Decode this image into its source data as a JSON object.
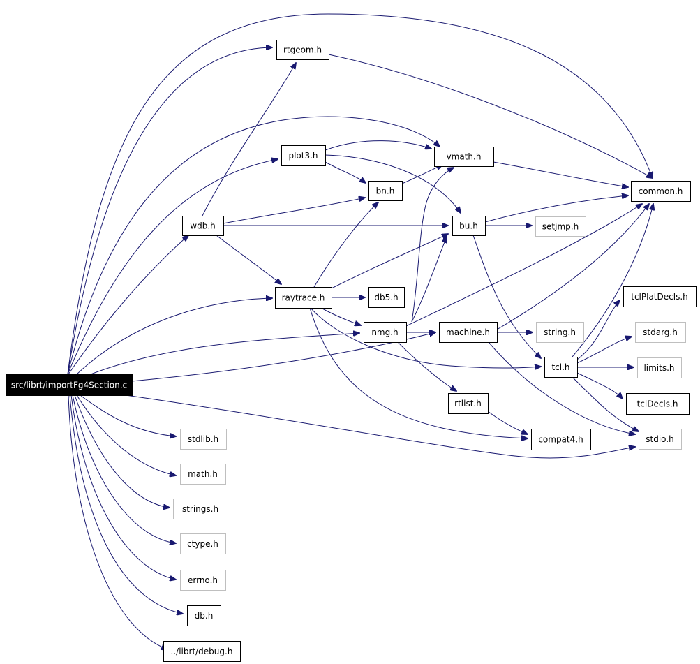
{
  "diagram": {
    "nodes": [
      {
        "id": "root",
        "label": "src/librt/importFg4Section.c",
        "style": "root"
      },
      {
        "id": "rtgeom",
        "label": "rtgeom.h",
        "style": "normal"
      },
      {
        "id": "plot3",
        "label": "plot3.h",
        "style": "normal"
      },
      {
        "id": "vmath",
        "label": "vmath.h",
        "style": "normal"
      },
      {
        "id": "common",
        "label": "common.h",
        "style": "normal"
      },
      {
        "id": "bn",
        "label": "bn.h",
        "style": "normal"
      },
      {
        "id": "wdb",
        "label": "wdb.h",
        "style": "normal"
      },
      {
        "id": "bu",
        "label": "bu.h",
        "style": "normal"
      },
      {
        "id": "setjmp",
        "label": "setjmp.h",
        "style": "ghost"
      },
      {
        "id": "raytrace",
        "label": "raytrace.h",
        "style": "normal"
      },
      {
        "id": "db5",
        "label": "db5.h",
        "style": "normal"
      },
      {
        "id": "tclPlatDecls",
        "label": "tclPlatDecls.h",
        "style": "normal"
      },
      {
        "id": "nmg",
        "label": "nmg.h",
        "style": "normal"
      },
      {
        "id": "machine",
        "label": "machine.h",
        "style": "normal"
      },
      {
        "id": "string",
        "label": "string.h",
        "style": "ghost"
      },
      {
        "id": "stdarg",
        "label": "stdarg.h",
        "style": "ghost"
      },
      {
        "id": "tcl",
        "label": "tcl.h",
        "style": "normal"
      },
      {
        "id": "limits",
        "label": "limits.h",
        "style": "ghost"
      },
      {
        "id": "rtlist",
        "label": "rtlist.h",
        "style": "normal"
      },
      {
        "id": "tclDecls",
        "label": "tclDecls.h",
        "style": "normal"
      },
      {
        "id": "compat4",
        "label": "compat4.h",
        "style": "normal"
      },
      {
        "id": "stdio",
        "label": "stdio.h",
        "style": "ghost"
      },
      {
        "id": "stdlib",
        "label": "stdlib.h",
        "style": "ghost"
      },
      {
        "id": "math",
        "label": "math.h",
        "style": "ghost"
      },
      {
        "id": "strings",
        "label": "strings.h",
        "style": "ghost"
      },
      {
        "id": "ctype",
        "label": "ctype.h",
        "style": "ghost"
      },
      {
        "id": "errno",
        "label": "errno.h",
        "style": "ghost"
      },
      {
        "id": "db",
        "label": "db.h",
        "style": "normal"
      },
      {
        "id": "debug",
        "label": "../librt/debug.h",
        "style": "normal"
      }
    ],
    "edges": [
      {
        "from": "root",
        "to": "rtgeom"
      },
      {
        "from": "root",
        "to": "common"
      },
      {
        "from": "root",
        "to": "vmath"
      },
      {
        "from": "root",
        "to": "plot3"
      },
      {
        "from": "root",
        "to": "wdb"
      },
      {
        "from": "root",
        "to": "raytrace"
      },
      {
        "from": "root",
        "to": "nmg"
      },
      {
        "from": "root",
        "to": "machine"
      },
      {
        "from": "root",
        "to": "stdio"
      },
      {
        "from": "root",
        "to": "stdlib"
      },
      {
        "from": "root",
        "to": "math"
      },
      {
        "from": "root",
        "to": "strings"
      },
      {
        "from": "root",
        "to": "ctype"
      },
      {
        "from": "root",
        "to": "errno"
      },
      {
        "from": "root",
        "to": "db"
      },
      {
        "from": "root",
        "to": "debug"
      },
      {
        "from": "rtgeom",
        "to": "common"
      },
      {
        "from": "plot3",
        "to": "vmath"
      },
      {
        "from": "plot3",
        "to": "bn"
      },
      {
        "from": "plot3",
        "to": "bu"
      },
      {
        "from": "vmath",
        "to": "common"
      },
      {
        "from": "bn",
        "to": "vmath"
      },
      {
        "from": "wdb",
        "to": "rtgeom"
      },
      {
        "from": "wdb",
        "to": "bn"
      },
      {
        "from": "wdb",
        "to": "bu"
      },
      {
        "from": "wdb",
        "to": "raytrace"
      },
      {
        "from": "bu",
        "to": "common"
      },
      {
        "from": "bu",
        "to": "setjmp"
      },
      {
        "from": "bu",
        "to": "tcl"
      },
      {
        "from": "raytrace",
        "to": "bn"
      },
      {
        "from": "raytrace",
        "to": "bu"
      },
      {
        "from": "raytrace",
        "to": "db5"
      },
      {
        "from": "raytrace",
        "to": "nmg"
      },
      {
        "from": "raytrace",
        "to": "tcl"
      },
      {
        "from": "raytrace",
        "to": "compat4"
      },
      {
        "from": "nmg",
        "to": "vmath"
      },
      {
        "from": "nmg",
        "to": "bu"
      },
      {
        "from": "nmg",
        "to": "common"
      },
      {
        "from": "nmg",
        "to": "machine"
      },
      {
        "from": "nmg",
        "to": "rtlist"
      },
      {
        "from": "machine",
        "to": "common"
      },
      {
        "from": "machine",
        "to": "string"
      },
      {
        "from": "machine",
        "to": "stdio"
      },
      {
        "from": "tcl",
        "to": "common"
      },
      {
        "from": "tcl",
        "to": "tclPlatDecls"
      },
      {
        "from": "tcl",
        "to": "stdarg"
      },
      {
        "from": "tcl",
        "to": "limits"
      },
      {
        "from": "tcl",
        "to": "tclDecls"
      },
      {
        "from": "tcl",
        "to": "stdio"
      },
      {
        "from": "rtlist",
        "to": "compat4"
      }
    ]
  }
}
